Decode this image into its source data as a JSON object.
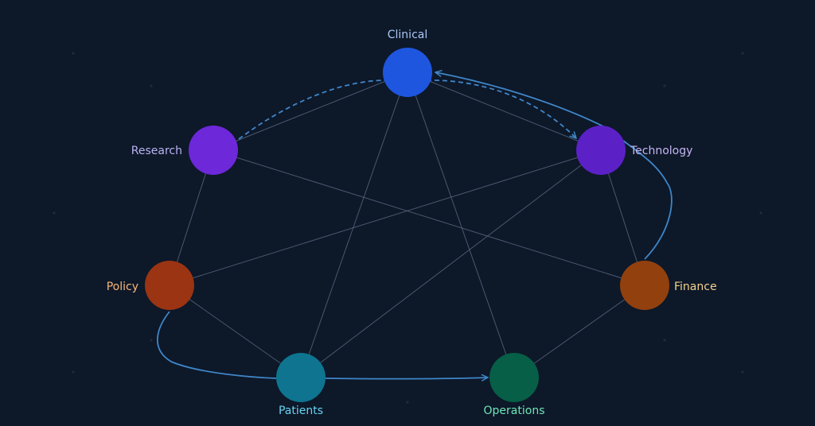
{
  "colors": {
    "background": "#0d1829",
    "mesh_line": "#56647a",
    "flow_line": "#3f86c8",
    "dot": "#1d2c40"
  },
  "nodes": [
    {
      "id": "clinical",
      "label": "Clinical",
      "fill": "#1f56df",
      "label_color": "#a9c8f5"
    },
    {
      "id": "technology",
      "label": "Technology",
      "fill": "#5b21c6",
      "label_color": "#c6b6f3"
    },
    {
      "id": "finance",
      "label": "Finance",
      "fill": "#92400e",
      "label_color": "#f5d08a"
    },
    {
      "id": "operations",
      "label": "Operations",
      "fill": "#065f46",
      "label_color": "#6ee7b7"
    },
    {
      "id": "patients",
      "label": "Patients",
      "fill": "#0e7490",
      "label_color": "#67d3ef"
    },
    {
      "id": "policy",
      "label": "Policy",
      "fill": "#9a3412",
      "label_color": "#f7b77a"
    },
    {
      "id": "research",
      "label": "Research",
      "fill": "#6d28d9",
      "label_color": "#b9b3f2"
    }
  ],
  "mesh_edges": [
    [
      "clinical",
      "research"
    ],
    [
      "clinical",
      "technology"
    ],
    [
      "clinical",
      "patients"
    ],
    [
      "clinical",
      "operations"
    ],
    [
      "research",
      "policy"
    ],
    [
      "research",
      "finance"
    ],
    [
      "technology",
      "policy"
    ],
    [
      "technology",
      "patients"
    ],
    [
      "technology",
      "finance"
    ],
    [
      "policy",
      "patients"
    ],
    [
      "finance",
      "operations"
    ]
  ],
  "flow_edges": [
    {
      "from": "research",
      "to": "clinical",
      "style": "dashed",
      "arrow": false
    },
    {
      "from": "clinical",
      "to": "technology",
      "style": "dashed",
      "arrow": true
    },
    {
      "from": "finance",
      "to": "clinical",
      "style": "solid",
      "arrow": true
    },
    {
      "from": "policy",
      "to": "patients",
      "style": "solid",
      "arrow": false
    },
    {
      "from": "patients",
      "to": "operations",
      "style": "solid",
      "arrow": true
    }
  ]
}
